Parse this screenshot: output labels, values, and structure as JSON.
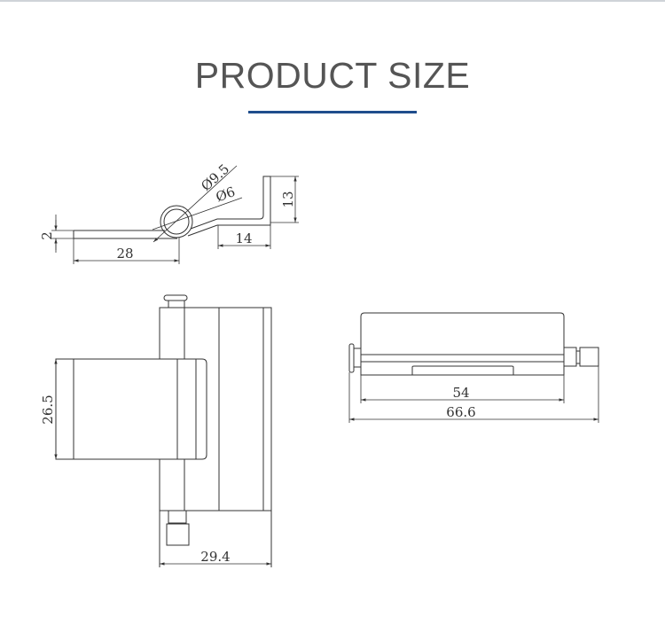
{
  "header": {
    "title": "PRODUCT SIZE",
    "accent_color": "#1f4d8c"
  },
  "drawing": {
    "top_view": {
      "thickness": "2",
      "leaf_length": "28",
      "outer_diameter": "Ø9.5",
      "inner_diameter": "Ø6",
      "offset_length": "14",
      "offset_height": "13"
    },
    "front_view": {
      "leaf_height": "26.5",
      "width": "29.4"
    },
    "side_view": {
      "leaf_length": "54",
      "overall_length": "66.6"
    }
  }
}
